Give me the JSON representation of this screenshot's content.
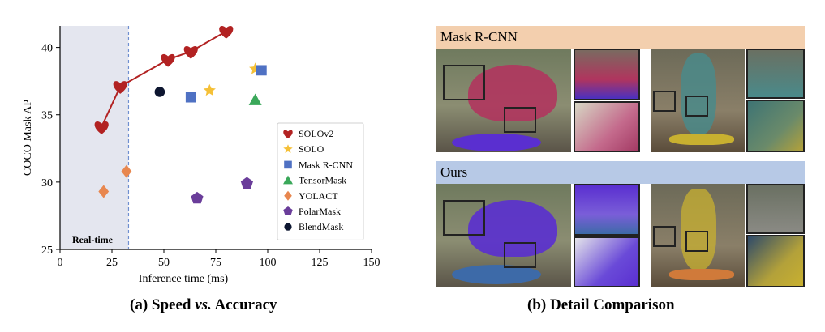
{
  "chart_data": {
    "type": "scatter",
    "xlabel": "Inference time (ms)",
    "ylabel": "COCO Mask AP",
    "xlim": [
      0,
      150
    ],
    "ylim": [
      25,
      41.6
    ],
    "xticks": [
      0,
      25,
      50,
      75,
      100,
      125,
      150
    ],
    "yticks": [
      25,
      30,
      35,
      40
    ],
    "grid": false,
    "legend_placement": "lower-right",
    "realtime_region": {
      "label": "Real-time",
      "x_max": 33
    },
    "series": [
      {
        "name": "SOLOv2",
        "marker": "heart",
        "color": "#b22222",
        "line": true,
        "points": [
          [
            20,
            34.1
          ],
          [
            29,
            37.1
          ],
          [
            52,
            39.1
          ],
          [
            63,
            39.7
          ],
          [
            80,
            41.2
          ]
        ]
      },
      {
        "name": "SOLO",
        "marker": "star",
        "color": "#f5c037",
        "points": [
          [
            72,
            36.8
          ],
          [
            94,
            38.4
          ]
        ]
      },
      {
        "name": "Mask R-CNN",
        "marker": "square",
        "color": "#4f71c3",
        "points": [
          [
            63,
            36.3
          ],
          [
            97,
            38.3
          ]
        ]
      },
      {
        "name": "TensorMask",
        "marker": "triangle",
        "color": "#3aa85a",
        "points": [
          [
            94,
            36.1
          ]
        ]
      },
      {
        "name": "YOLACT",
        "marker": "diamond",
        "color": "#e8874f",
        "points": [
          [
            21,
            29.3
          ],
          [
            32,
            30.8
          ]
        ]
      },
      {
        "name": "PolarMask",
        "marker": "pentagon",
        "color": "#6a3d9a",
        "points": [
          [
            66,
            28.8
          ],
          [
            90,
            29.9
          ]
        ]
      },
      {
        "name": "BlendMask",
        "marker": "circle",
        "color": "#0d1630",
        "points": [
          [
            48,
            36.7
          ]
        ]
      }
    ]
  },
  "panel_b": {
    "top_label": "Mask R-CNN",
    "bottom_label": "Ours",
    "top_band_color": "#f3cfae",
    "bottom_band_color": "#b7c9e6"
  },
  "captions": {
    "left": "(a) Speed vs. Accuracy",
    "right": "(b) Detail Comparison"
  }
}
